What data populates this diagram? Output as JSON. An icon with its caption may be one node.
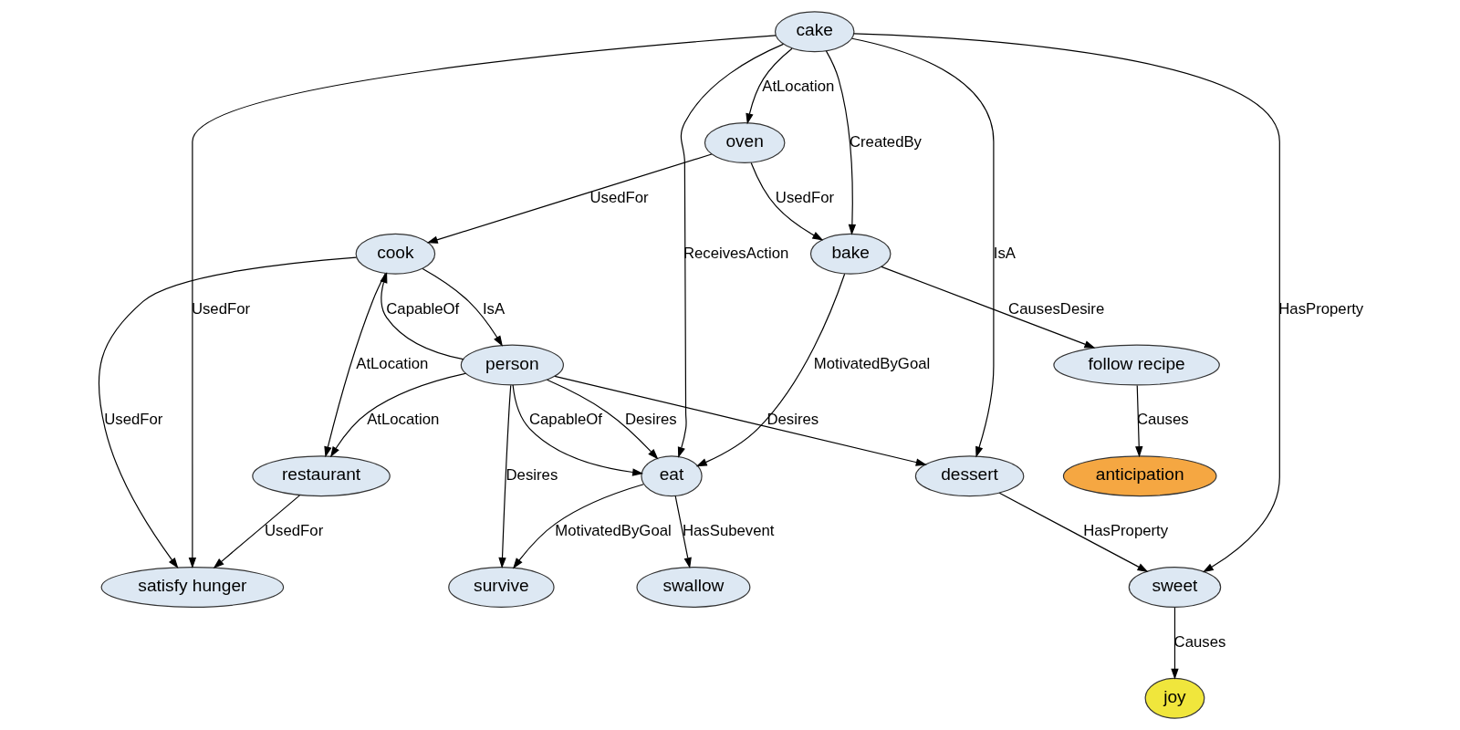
{
  "diagram": {
    "nodes": [
      {
        "text": [
          "oven"
        ]
      },
      {
        "text": [
          "follow recipe"
        ]
      },
      {
        "text": [
          "anticipation"
        ]
      },
      {
        "text": [
          "cook"
        ]
      },
      {
        "text": [
          "satisfy hunger"
        ]
      },
      {
        "text": [
          "restaurant"
        ]
      },
      {
        "text": [
          "bake"
        ]
      },
      {
        "text": [
          "cake"
        ]
      },
      {
        "text": [
          "dessert"
        ]
      },
      {
        "text": [
          "sweet"
        ]
      },
      {
        "text": [
          "swallow"
        ]
      },
      {
        "text": [
          "survive"
        ]
      },
      {
        "text": [
          "person"
        ]
      },
      {
        "text": [
          "eat"
        ]
      },
      {
        "text": [
          "joy"
        ]
      }
    ],
    "edges": [
      {
        "from": 0,
        "to": 3,
        "arrow": "to",
        "label": "UsedFor"
      },
      {
        "from": 1,
        "to": 2,
        "arrow": "to",
        "label": "Causes"
      },
      {
        "from": 3,
        "to": 4,
        "arrow": "to",
        "label": "UsedFor"
      },
      {
        "from": 0,
        "to": 6,
        "arrow": "to",
        "label": "UsedFor"
      },
      {
        "from": 6,
        "to": 1,
        "arrow": "to",
        "label": "CausesDesire"
      },
      {
        "from": 3,
        "to": 5,
        "arrow": "to",
        "label": "AtLocation"
      },
      {
        "from": 7,
        "to": 0,
        "arrow": "to",
        "label": "AtLocation"
      },
      {
        "from": 5,
        "to": 4,
        "arrow": "to",
        "label": "UsedFor"
      },
      {
        "from": 7,
        "to": 6,
        "arrow": "to",
        "label": "CreatedBy"
      },
      {
        "from": 3,
        "to": 12,
        "arrow": "to",
        "label": "IsA"
      },
      {
        "from": 12,
        "to": 3,
        "arrow": "to",
        "label": "CapableOf"
      },
      {
        "from": 7,
        "to": 4,
        "arrow": "to",
        "label": "UsedFor"
      },
      {
        "from": 7,
        "to": 8,
        "arrow": "to",
        "label": "IsA"
      },
      {
        "from": 12,
        "to": 5,
        "arrow": "to",
        "label": "AtLocation"
      },
      {
        "from": 7,
        "to": 9,
        "arrow": "to",
        "label": "HasProperty"
      },
      {
        "from": 6,
        "to": 13,
        "arrow": "to",
        "label": "MotivatedByGoal"
      },
      {
        "from": 8,
        "to": 9,
        "arrow": "to",
        "label": "HasProperty"
      },
      {
        "from": 7,
        "to": 13,
        "arrow": "to",
        "label": "ReceivesAction"
      },
      {
        "from": 12,
        "to": 8,
        "arrow": "to",
        "label": "Desires"
      },
      {
        "from": 9,
        "to": 14,
        "arrow": "to",
        "label": "Causes"
      },
      {
        "from": 12,
        "to": 11,
        "arrow": "to",
        "label": "Desires"
      },
      {
        "from": 13,
        "to": 11,
        "arrow": "to",
        "label": "MotivatedByGoal"
      },
      {
        "from": 13,
        "to": 10,
        "arrow": "to",
        "label": "HasSubevent"
      },
      {
        "from": 12,
        "to": 13,
        "arrow": "to",
        "label": "CapableOf"
      },
      {
        "from": 12,
        "to": 13,
        "arrow": "to",
        "label": "Desires"
      }
    ]
  }
}
